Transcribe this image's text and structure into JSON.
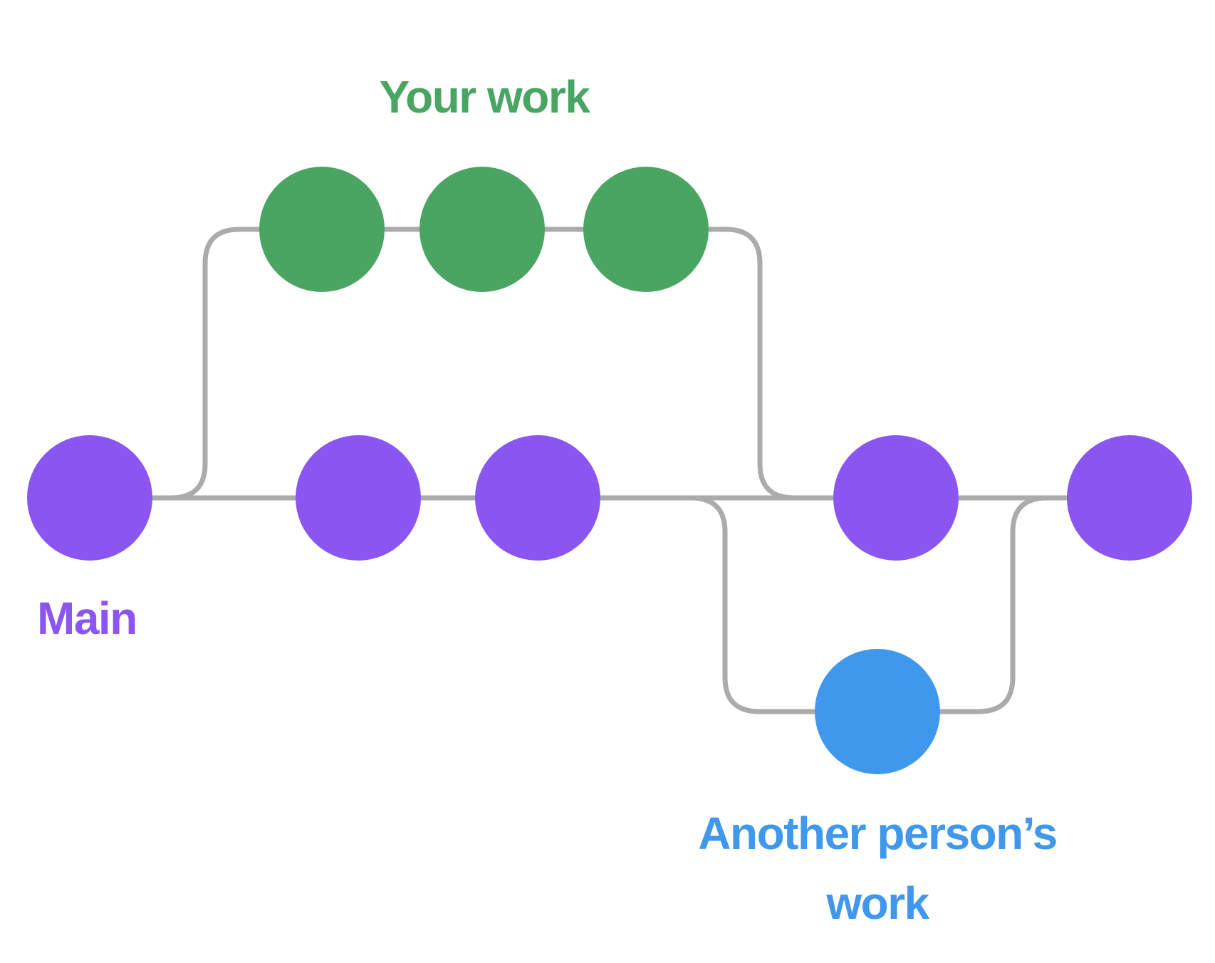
{
  "diagram": {
    "title_context": "Git branching diagram",
    "labels": {
      "your_work": "Your work",
      "main": "Main",
      "another_person_line1": "Another person’s",
      "another_person_line2": "work"
    },
    "colors": {
      "main_branch": "#8B55F1",
      "your_work_branch": "#49A561",
      "another_person_branch": "#3F98EB",
      "connector_line": "#ABABAB",
      "background": "#FFFFFF"
    },
    "branches": [
      {
        "name": "Main",
        "commit_count": 5,
        "color": "#8B55F1"
      },
      {
        "name": "Your work",
        "commit_count": 3,
        "color": "#49A561"
      },
      {
        "name": "Another person’s work",
        "commit_count": 1,
        "color": "#3F98EB"
      }
    ]
  }
}
